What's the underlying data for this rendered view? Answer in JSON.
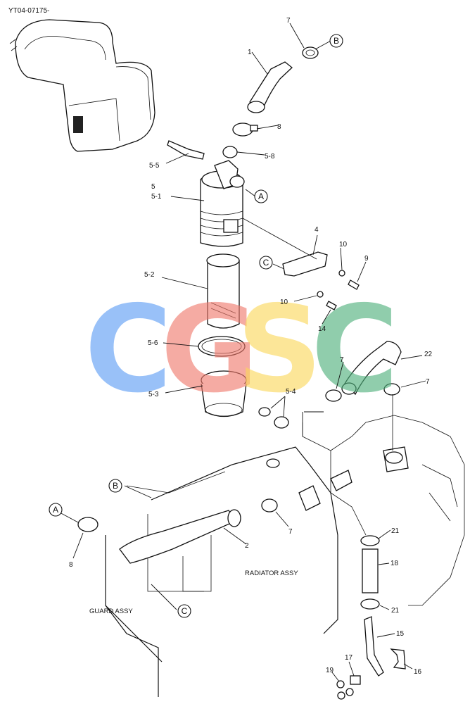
{
  "header": {
    "code": "YT04-07175-"
  },
  "labels": {
    "p1": "1",
    "p2": "2",
    "p4": "4",
    "p5": "5",
    "p5_1": "5-1",
    "p5_2": "5-2",
    "p5_3": "5-3",
    "p5_4": "5-4",
    "p5_5": "5-5",
    "p5_6": "5-6",
    "p5_8": "5-8",
    "p7a": "7",
    "p7b": "7",
    "p7c": "7",
    "p7d": "7",
    "p8a": "8",
    "p8b": "8",
    "p9": "9",
    "p10a": "10",
    "p10b": "10",
    "p14": "14",
    "p15": "15",
    "p16": "16",
    "p17": "17",
    "p18": "18",
    "p19": "19",
    "p21a": "21",
    "p21b": "21",
    "p22": "22"
  },
  "refs": {
    "A": "A",
    "B": "B",
    "C": "C"
  },
  "assemblies": {
    "radiator": "RADIATOR ASSY",
    "guard": "GUARD ASSY"
  },
  "watermark": {
    "letters": [
      "C",
      "G",
      "S",
      "C"
    ],
    "colors": [
      "#5b9cf5",
      "#f0796b",
      "#fbd85a",
      "#4db07a"
    ]
  }
}
